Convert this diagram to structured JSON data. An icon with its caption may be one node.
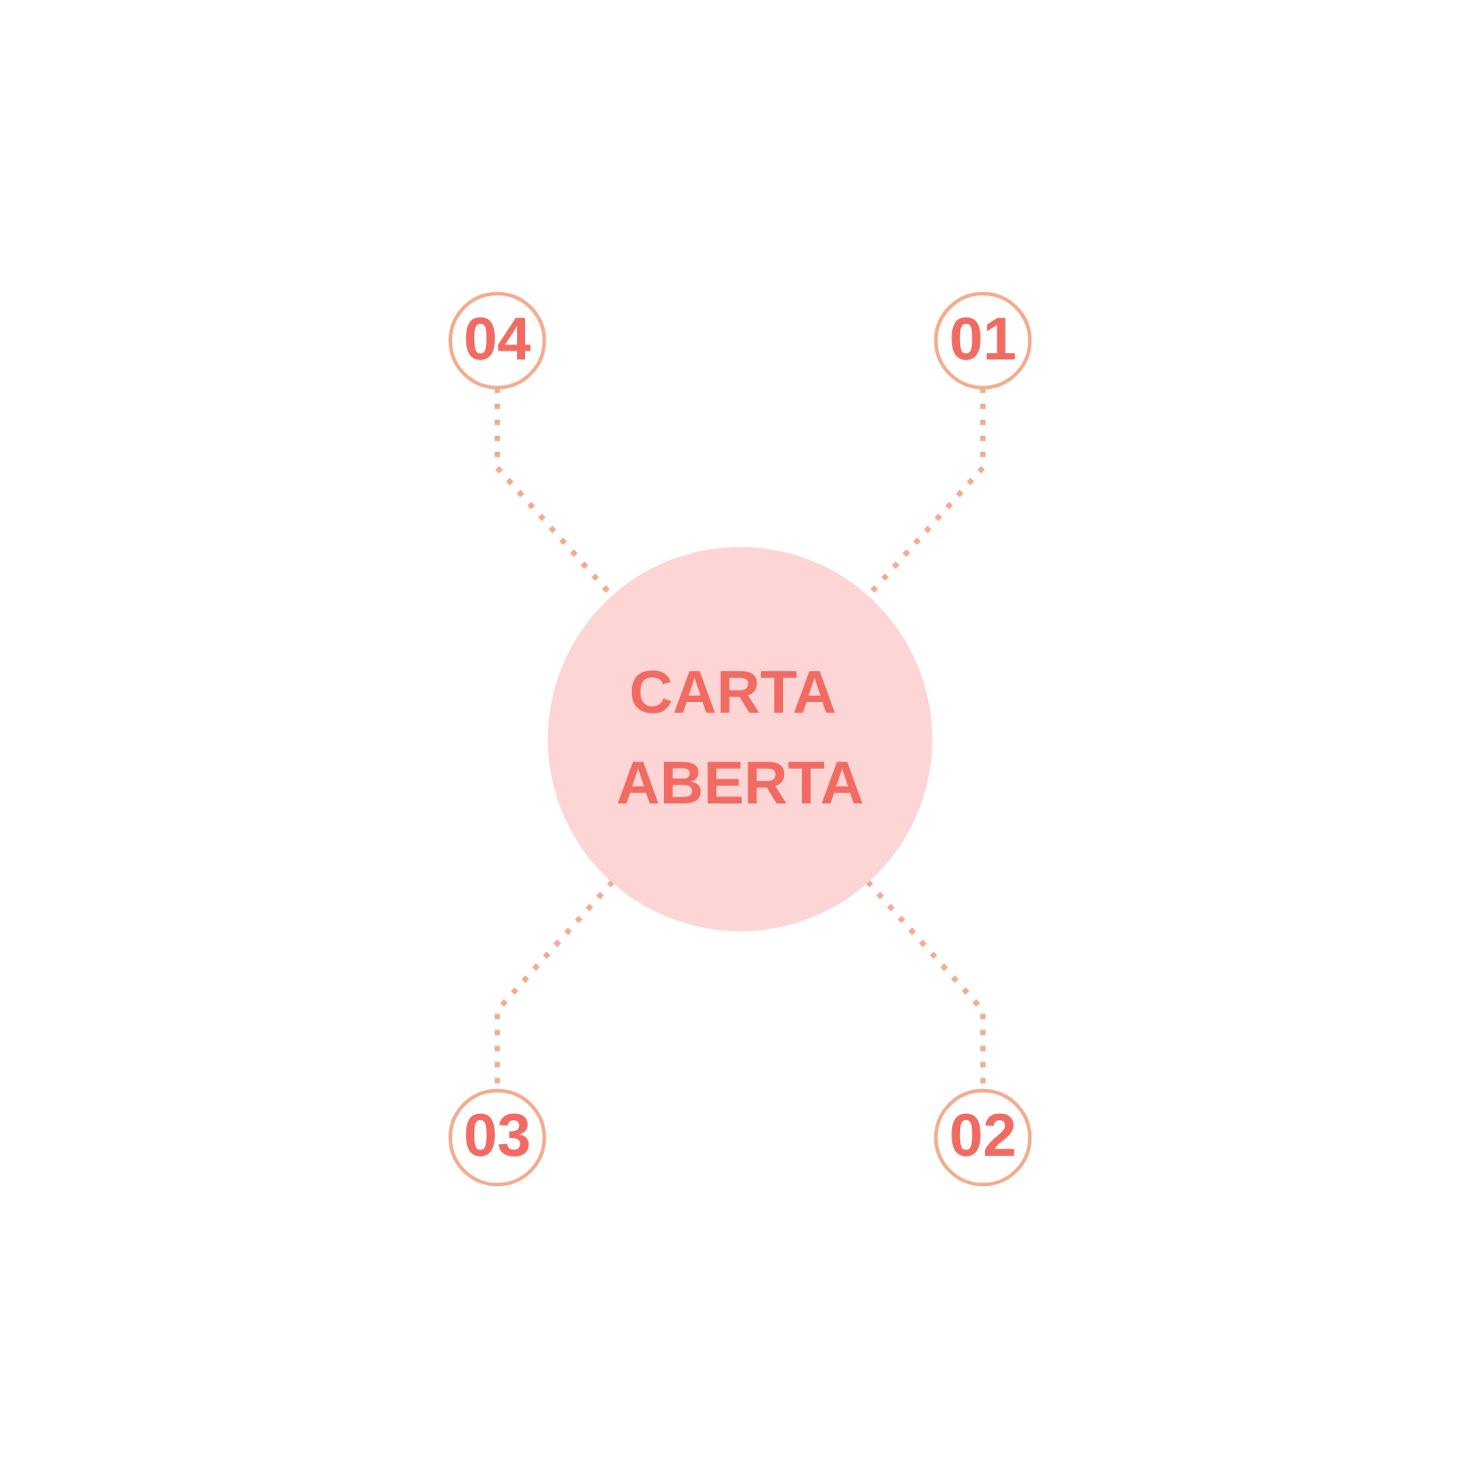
{
  "diagram": {
    "nodes": [
      {
        "text": [
          "04"
        ]
      },
      {
        "text": [
          "01"
        ]
      },
      {
        "text": [
          "CARTA ABERTA"
        ]
      },
      {
        "text": [
          "03"
        ]
      },
      {
        "text": [
          "02"
        ]
      }
    ],
    "edges": [
      {
        "from": 0,
        "to": 2,
        "arrow": "none",
        "style": "dashed"
      },
      {
        "from": 1,
        "to": 2,
        "arrow": "none",
        "style": "dashed"
      },
      {
        "from": 2,
        "to": 3,
        "arrow": "none",
        "style": "dashed"
      },
      {
        "from": 2,
        "to": 4,
        "arrow": "none",
        "style": "dashed"
      }
    ]
  }
}
